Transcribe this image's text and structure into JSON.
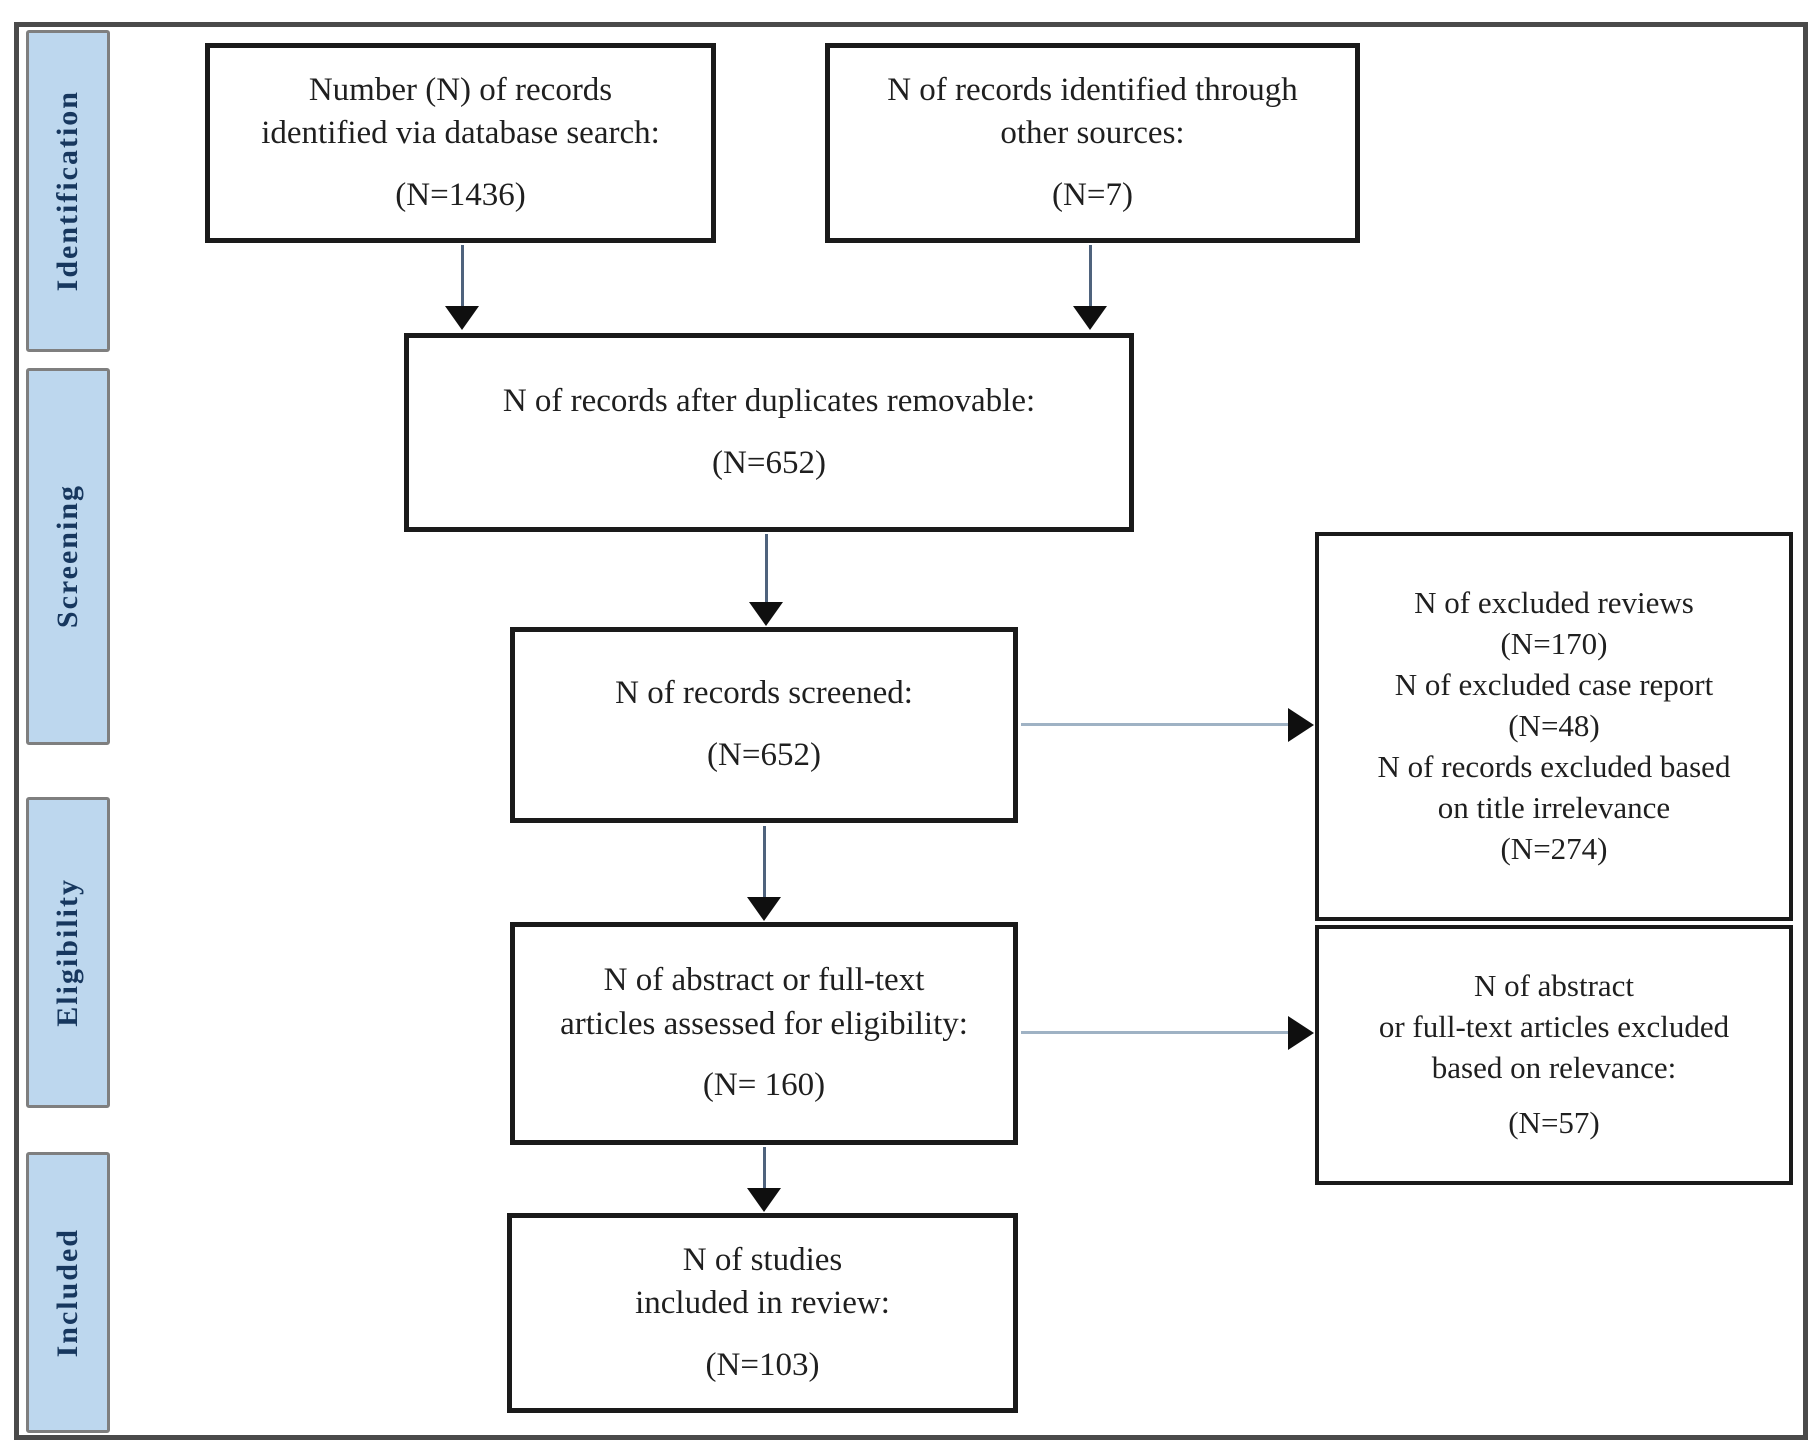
{
  "sidebar": {
    "labels": [
      "Identification",
      "Screening",
      "Eligibility",
      "Included"
    ]
  },
  "boxes": {
    "identified_db": {
      "lines": [
        "Number (N) of records",
        "identified via database search:"
      ],
      "count": "(N=1436)"
    },
    "identified_other": {
      "lines": [
        "N of records identified through",
        "other sources:"
      ],
      "count": "(N=7)"
    },
    "after_duplicates": {
      "lines": [
        "N of records after duplicates removable:"
      ],
      "count": "(N=652)"
    },
    "screened": {
      "lines": [
        "N of records screened:"
      ],
      "count": "(N=652)"
    },
    "excluded_screening": {
      "lines": [
        "N of excluded reviews",
        "(N=170)",
        "N of excluded case report",
        "(N=48)",
        "N of records excluded based",
        "on title irrelevance",
        "(N=274)"
      ]
    },
    "assessed": {
      "lines": [
        "N of abstract or full-text",
        "articles assessed for eligibility:"
      ],
      "count": "(N= 160)"
    },
    "excluded_eligibility": {
      "lines": [
        "N of abstract",
        "or full-text articles excluded",
        "based on relevance:"
      ],
      "count": "(N=57)"
    },
    "included_studies": {
      "lines": [
        "N of studies",
        "included in review:"
      ],
      "count": "(N=103)"
    }
  },
  "colors": {
    "stage_fill": "#bdd7ee",
    "stage_border": "#7f7f7f",
    "stage_text": "#17375e",
    "box_border": "#1a1a1a",
    "frame_border": "#4a4a4a",
    "arrow_line_vertical": "#4f637d",
    "arrow_line_horizontal": "#9fb2c4",
    "arrow_head": "#0f0f0f"
  }
}
